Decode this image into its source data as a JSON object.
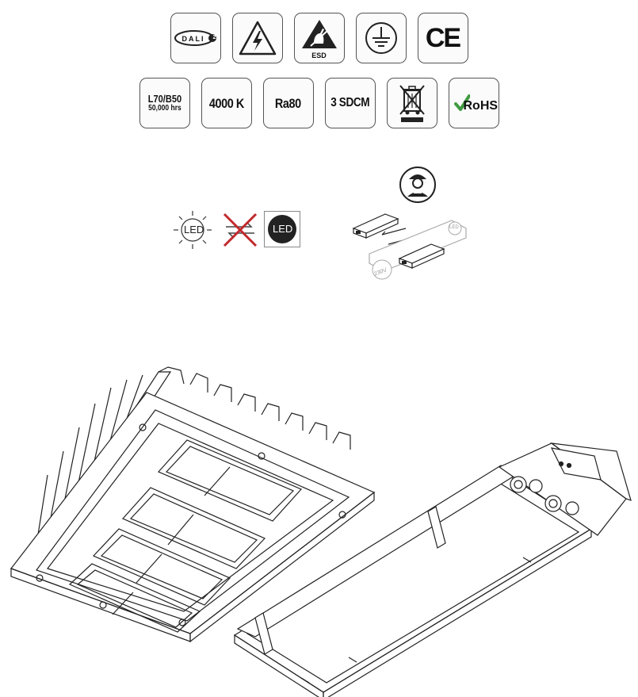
{
  "certification_badges": {
    "row1": {
      "dali": "DALI",
      "dali_mark": "2",
      "esd": "ESD",
      "ce": "CE"
    },
    "row2": {
      "lifetime": "L70/B50",
      "lifetime_hours": "50,000 hrs",
      "cct": "4000 K",
      "cri": "Ra80",
      "sdcm": "3 SDCM",
      "rohs": "RoHS"
    }
  },
  "service_icons": {
    "led_label": "LED",
    "led_replaceable_label": "LED",
    "driver_led_label": "LED",
    "voltage_label": "230V"
  },
  "icons": [
    "dali-icon",
    "high-voltage-icon",
    "esd-icon",
    "ground-icon",
    "ce-mark-icon",
    "weee-bin-icon",
    "rohs-check-icon",
    "led-sun-icon",
    "no-replace-icon",
    "led-module-icon",
    "technician-icon",
    "driver-replace-icon"
  ]
}
